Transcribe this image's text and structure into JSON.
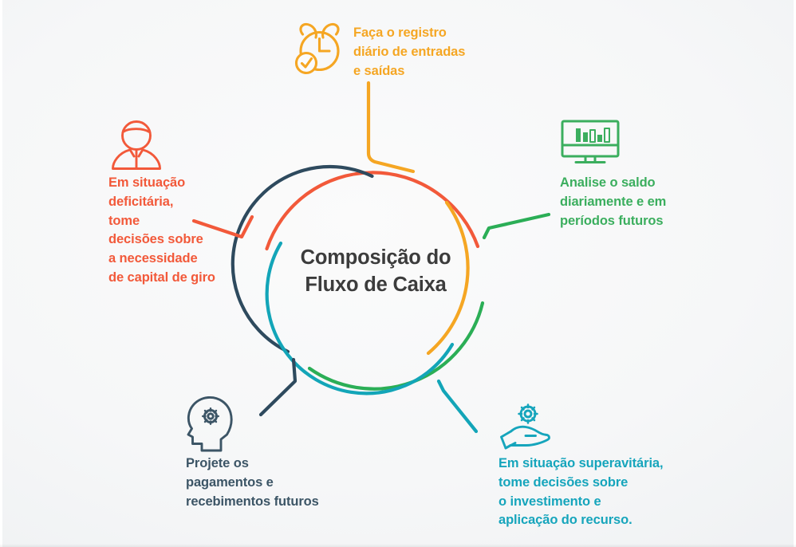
{
  "diagram": {
    "title_line1": "Composição do",
    "title_line2": "Fluxo de Caixa",
    "center_title": "Composição do\nFluxo de Caixa",
    "background_color": "#f4f6f7",
    "title_color": "#3c3c3c",
    "nodes": [
      {
        "id": "registro",
        "text": "Faça o registro\ndiário de entradas\ne saídas",
        "color": "#F5A623",
        "icon": "alarm-clock-check-icon",
        "position": "top"
      },
      {
        "id": "deficitaria",
        "text": "Em situação\ndeficitária,\ntome\ndecisões sobre\na necessidade\nde capital de giro",
        "color": "#F2593A",
        "icon": "person-tie-icon",
        "position": "top-left"
      },
      {
        "id": "analise",
        "text": "Analise o saldo\ndiariamente e em\nperíodos futuros",
        "color": "#3BAE5E",
        "icon": "monitor-bar-chart-icon",
        "position": "right"
      },
      {
        "id": "projete",
        "text": "Projete os\npagamentos e\nrecebimentos futuros",
        "color": "#3C5566",
        "icon": "head-gear-icon",
        "position": "bottom-left"
      },
      {
        "id": "superavitaria",
        "text": "Em situação superavitária,\ntome decisões sobre\no investimento e\naplicação do recurso.",
        "color": "#16A5BC",
        "icon": "hand-gear-icon",
        "position": "bottom-right"
      }
    ],
    "ring": {
      "outer_segments": [
        {
          "name": "red-arc",
          "color": "#F2593A"
        },
        {
          "name": "yellow-arc",
          "color": "#F5A623"
        },
        {
          "name": "green-arc",
          "color": "#2BAE56"
        }
      ],
      "inner_segments": [
        {
          "name": "navy-arc",
          "color": "#2E4A5E"
        },
        {
          "name": "teal-arc",
          "color": "#13A5B8"
        }
      ]
    },
    "connectors": [
      {
        "name": "connector-registro",
        "color": "#F5A623"
      },
      {
        "name": "connector-deficitaria",
        "color": "#F2593A"
      },
      {
        "name": "connector-analise",
        "color": "#2BAE56"
      },
      {
        "name": "connector-projete",
        "color": "#2E4A5E"
      },
      {
        "name": "connector-superavitaria",
        "color": "#13A5B8"
      }
    ]
  }
}
